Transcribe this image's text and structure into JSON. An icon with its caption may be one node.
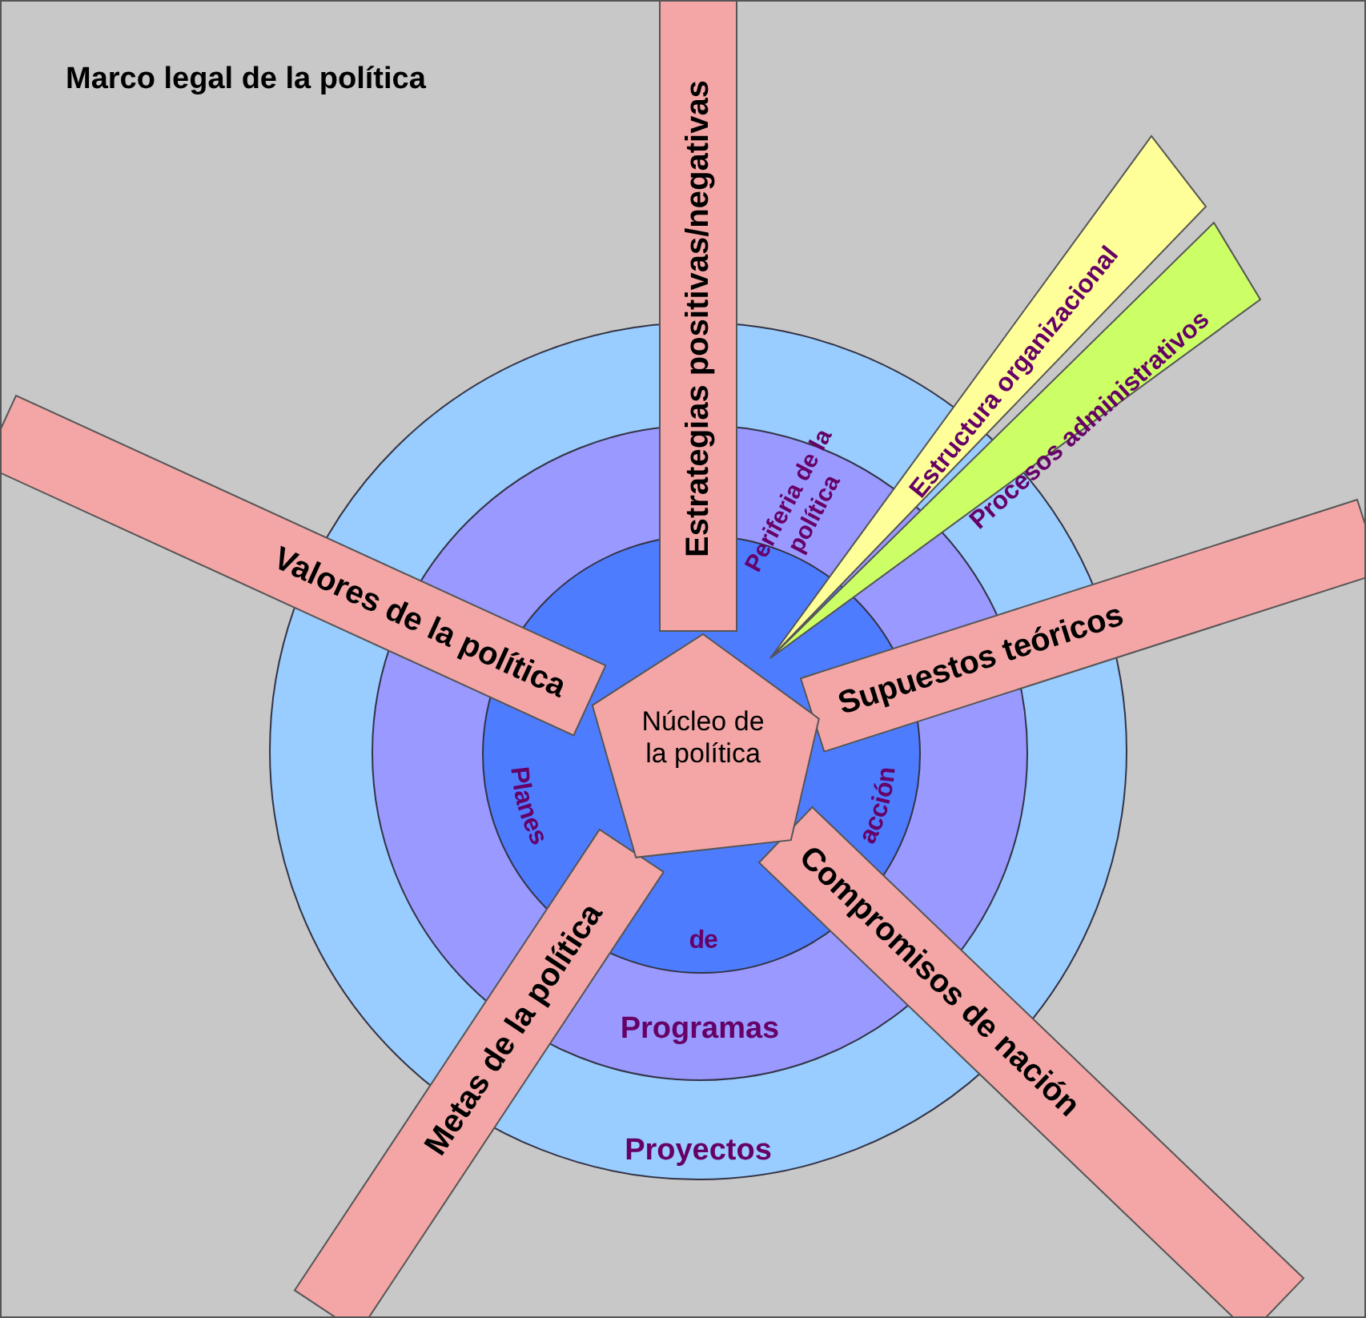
{
  "diagram": {
    "title": "Marco legal de la política",
    "nodes": [
      {
        "text": [
          "Proyectos"
        ]
      },
      {
        "text": [
          "Programas"
        ],
        "in": 0
      },
      {
        "text": [
          "Planes de acción"
        ],
        "in": 1
      },
      {
        "text": [
          "Núcleo de la política"
        ],
        "in": 2
      },
      {
        "text": [
          "Estrategias positivas/negativas"
        ]
      },
      {
        "text": [
          "Valores de la política"
        ]
      },
      {
        "text": [
          "Supuestos teóricos"
        ]
      },
      {
        "text": [
          "Metas de la política"
        ]
      },
      {
        "text": [
          "Compromisos de nación"
        ]
      },
      {
        "text": [
          "Estructura organizacional"
        ]
      },
      {
        "text": [
          "Procesos administrativos"
        ]
      }
    ],
    "labels": [
      "Periferia de la política"
    ]
  }
}
